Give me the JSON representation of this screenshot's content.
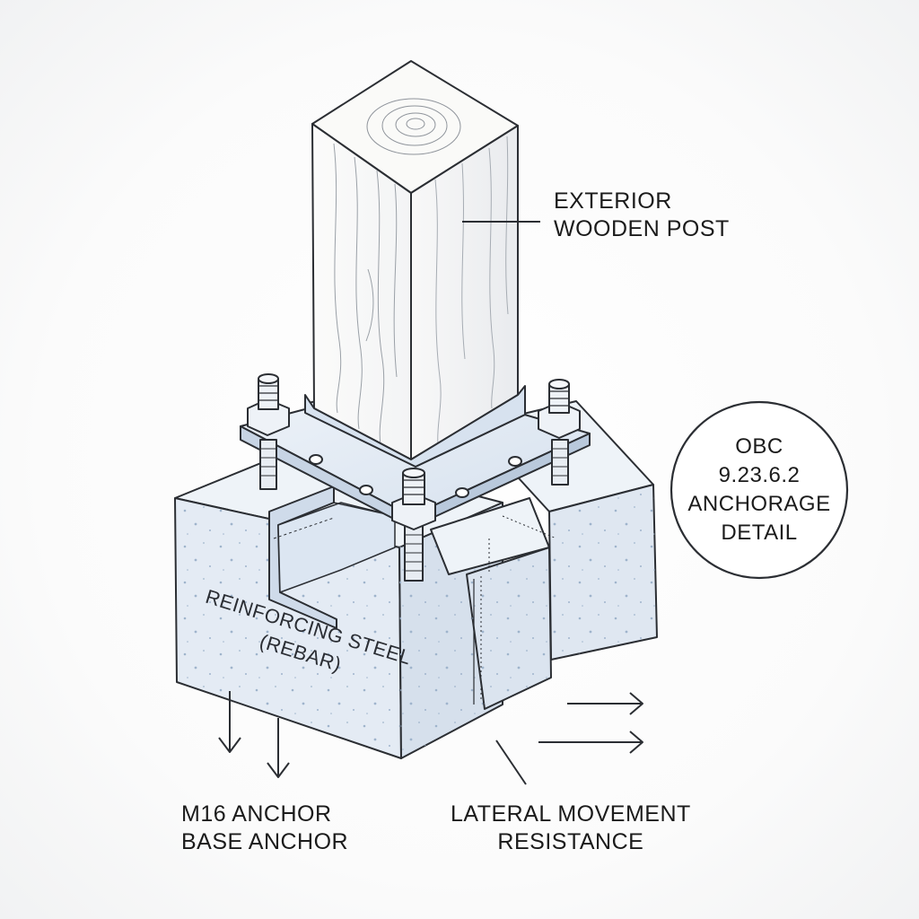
{
  "labels": {
    "post": [
      "EXTERIOR",
      "WOODEN POST"
    ],
    "rebar": [
      "REINFORCING STEEL",
      "(REBAR)"
    ],
    "anchor": [
      "M16 ANCHOR",
      "BASE ANCHOR"
    ],
    "lateral": [
      "LATERAL MOVEMENT",
      "RESISTANCE"
    ],
    "obc": [
      "OBC",
      "9.23.6.2",
      "ANCHORAGE",
      "DETAIL"
    ]
  },
  "colors": {
    "ink": "#1b1b1b",
    "concrete": "#e6edf5",
    "concrete_shade": "#d3deeb",
    "steel": "#dfe6ef",
    "wood": "#f7f7f5"
  }
}
